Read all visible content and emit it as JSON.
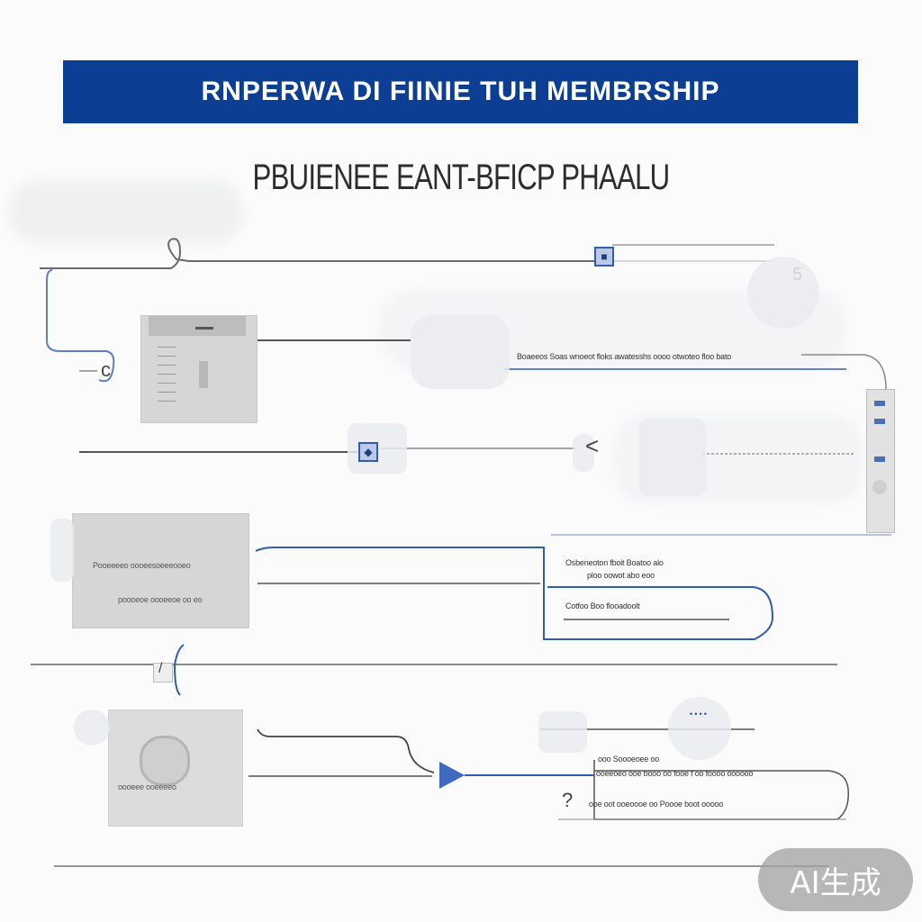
{
  "banner": {
    "title": "RNPERWA DI FIINIE TUH MEMBRSHIP"
  },
  "subtitle": "PBUIENEE EANT-BFICP PHAALU",
  "labels": {
    "top_right_number": "5",
    "left_glyph": "c",
    "row2_caption": "Boaeeos Soas wnoeot floks awatesshs oooo otwoteo floo bato",
    "mid_glyph": "<",
    "box1_line1": "Osbeneoton fboit Boatoo alo",
    "box1_line2": "ploo oowot abo eoo",
    "box1_line3": "Cotfoo Boo flooadoolt",
    "card1_line1": "Pooeeeeo oooeesoeeeooeo",
    "card1_line2": "poooeoe oooeeoe oo eo",
    "small_glyph": "/",
    "box2_line1": "ooo Soooeoee oo",
    "box2_line2": "ooeeoeo ooe booo oo fooe f oo foooo oooooo",
    "box2_line3": "ooe oot ooeoooe oo Poooe boot ooooo",
    "card2_text": "oooeee ooeeeeo",
    "question_glyph": "?",
    "dots": "• • • •"
  },
  "colors": {
    "banner": "#0c3f93",
    "line_blue": "#2f5cab",
    "line_gray": "#7b7b7b",
    "card_gray": "#d6d6d6"
  },
  "watermark": "AI生成"
}
